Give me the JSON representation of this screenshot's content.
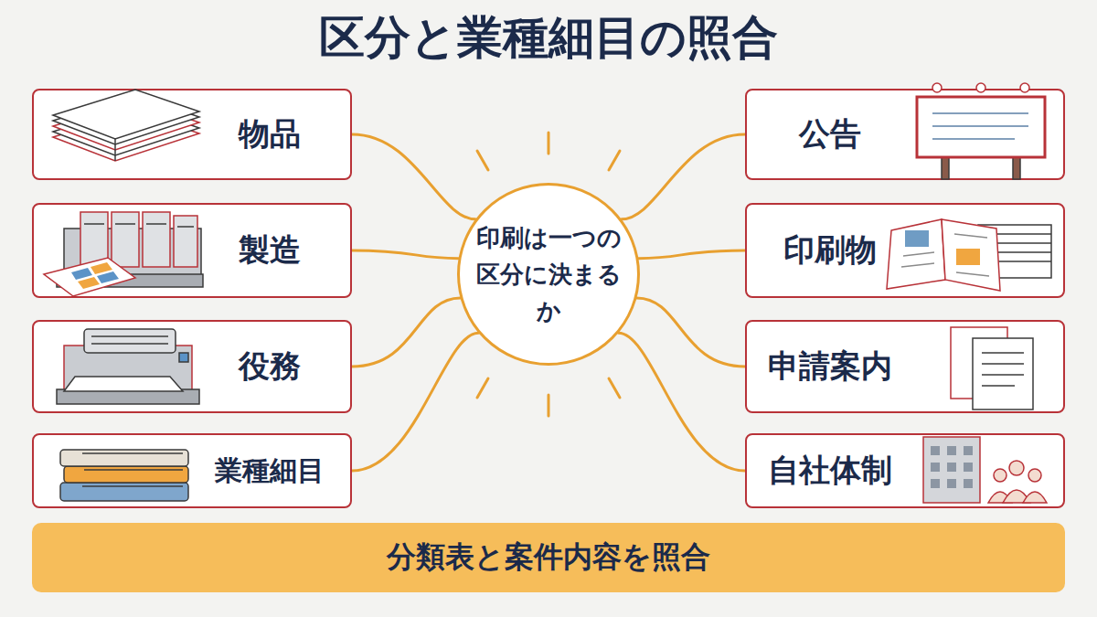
{
  "diagram": {
    "title": "区分と業種細目の照合",
    "nodes": [
      {
        "text": [
          "物品"
        ]
      },
      {
        "text": [
          "製造"
        ]
      },
      {
        "text": [
          "役務"
        ]
      },
      {
        "text": [
          "業種細目"
        ]
      },
      {
        "text": [
          "印刷は一つの 区分に決まるか"
        ]
      },
      {
        "text": [
          "公告"
        ]
      },
      {
        "text": [
          "印刷物"
        ]
      },
      {
        "text": [
          "申請案内"
        ]
      },
      {
        "text": [
          "自社体制"
        ]
      },
      {
        "text": [
          "分類表と案件内容を照合"
        ]
      }
    ],
    "edges": [
      {
        "from": 4,
        "to": 0,
        "arrow": "none"
      },
      {
        "from": 4,
        "to": 1,
        "arrow": "none"
      },
      {
        "from": 4,
        "to": 2,
        "arrow": "none"
      },
      {
        "from": 4,
        "to": 3,
        "arrow": "none"
      },
      {
        "from": 4,
        "to": 5,
        "arrow": "none"
      },
      {
        "from": 4,
        "to": 6,
        "arrow": "none"
      },
      {
        "from": 4,
        "to": 7,
        "arrow": "none"
      },
      {
        "from": 4,
        "to": 8,
        "arrow": "none"
      }
    ]
  }
}
